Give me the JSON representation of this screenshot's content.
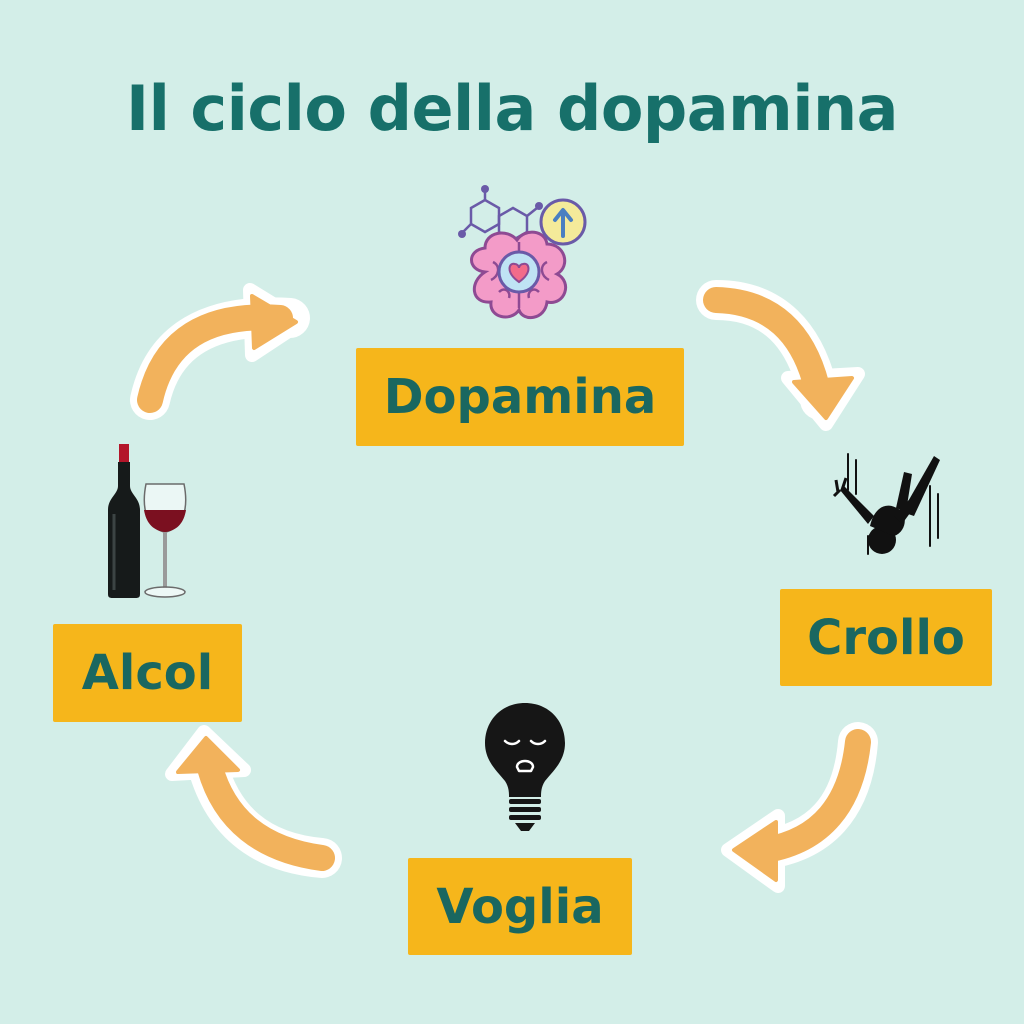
{
  "title": "Il ciclo della dopamina",
  "nodes": [
    {
      "id": "dopamina",
      "label": "Dopamina",
      "icon": "brain-dopamine-icon"
    },
    {
      "id": "crollo",
      "label": "Crollo",
      "icon": "falling-person-icon"
    },
    {
      "id": "voglia",
      "label": "Voglia",
      "icon": "dark-lightbulb-icon"
    },
    {
      "id": "alcol",
      "label": "Alcol",
      "icon": "wine-bottle-glass-icon"
    }
  ],
  "colors": {
    "background": "#d3eee8",
    "title": "#17706a",
    "label_bg": "#f6b61b",
    "label_text": "#1a6760",
    "arrow": "#f2b25c",
    "arrow_outline": "#ffffff"
  }
}
